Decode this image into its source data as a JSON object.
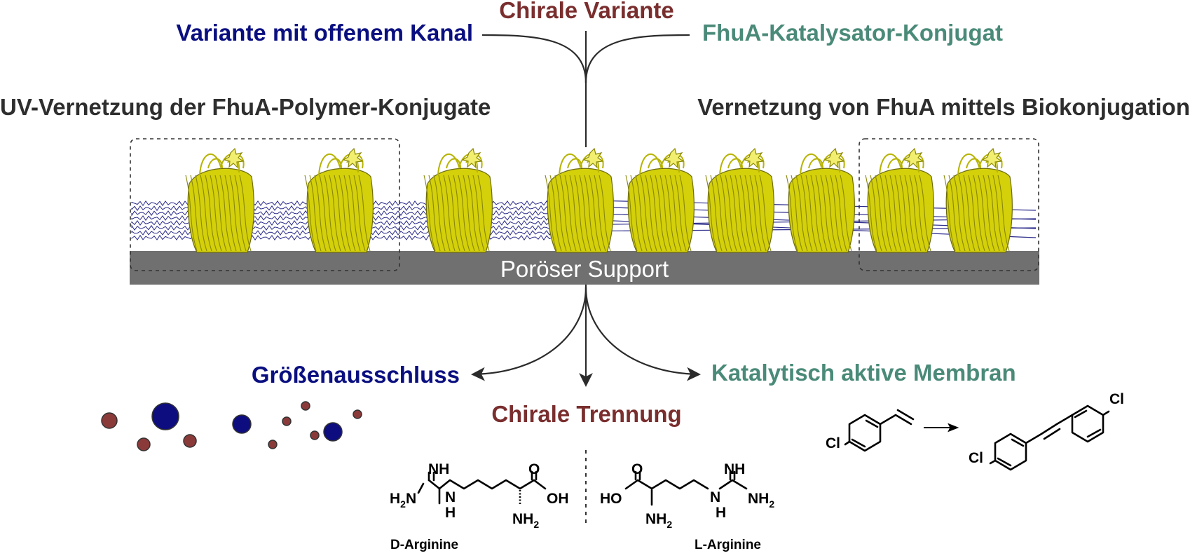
{
  "labels": {
    "chiral_variant": "Chirale Variante",
    "open_channel_variant": "Variante mit offenem Kanal",
    "catalyst_conjugate": "FhuA-Katalysator-Konjugat",
    "uv_crosslinking": "UV-Vernetzung der FhuA-Polymer-Konjugate",
    "bioconjugation_crosslinking": "Vernetzung von FhuA mittels Biokonjugation",
    "porous_support": "Poröser Support",
    "size_exclusion": "Größenausschluss",
    "chiral_separation": "Chirale Trennung",
    "catalytic_membrane": "Katalytisch aktive Membran"
  },
  "colors": {
    "blue_label": "#0a0f80",
    "red_label": "#7a2e2e",
    "teal_label": "#4a8a78",
    "dark_label": "#2e2e2e",
    "support_gray": "#707070",
    "protein_yellow": "#d4d00a",
    "polymer_blue": "#2a2a8a",
    "particle_red": "#8b3a3a",
    "particle_blue": "#0d0d80"
  },
  "chemistry": {
    "d_arginine": {
      "name": "D-Arginine",
      "atoms": {
        "imine": "NH",
        "amine_left": "H",
        "amine_left_sub": "2",
        "amine_left_n": "N",
        "nh_link": "N",
        "nh_link_h": "H",
        "carbonyl_o": "O",
        "hydroxyl": "OH",
        "alpha_amine": "NH",
        "alpha_amine_sub": "2"
      }
    },
    "l_arginine": {
      "name": "L-Arginine",
      "atoms": {
        "hydroxyl": "HO",
        "carbonyl_o": "O",
        "alpha_amine": "NH",
        "alpha_amine_sub": "2",
        "nh_link": "N",
        "nh_link_h": "H",
        "imine": "NH",
        "amine_right": "NH",
        "amine_right_sub": "2"
      }
    },
    "reaction": {
      "reactant_cl": "Cl",
      "product_cl_left": "Cl",
      "product_cl_right": "Cl"
    }
  }
}
